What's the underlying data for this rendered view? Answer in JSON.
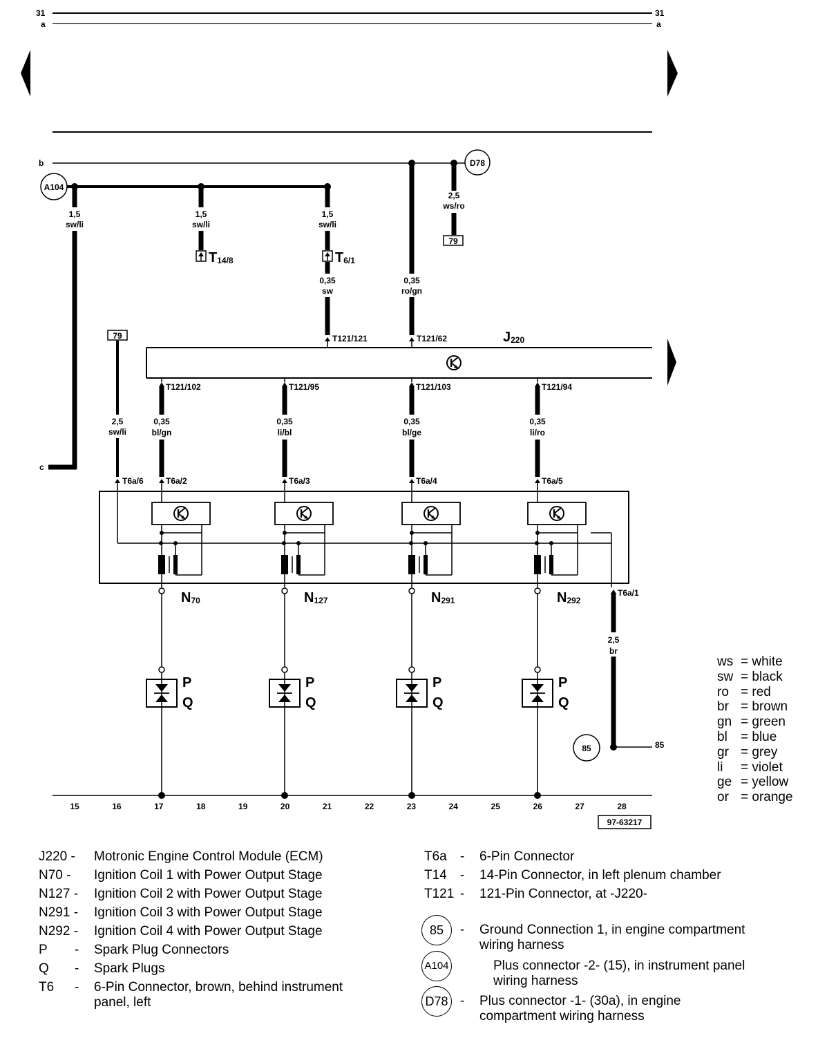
{
  "rails": {
    "left_top": "31",
    "left_bottom": "a",
    "right_top": "31",
    "right_bottom": "a",
    "b": "b",
    "c": "c"
  },
  "diagram_id": "97-63217",
  "ecm_label": "J",
  "ecm_sub": "220",
  "ground_terminal": "85",
  "circle_labels": {
    "a104": "A104",
    "d78": "D78",
    "g85": "85"
  },
  "boxes": {
    "b79_top": "79",
    "b79_left": "79"
  },
  "connectors": {
    "t14": {
      "main": "T",
      "sub": "14/8"
    },
    "t6": {
      "main": "T",
      "sub": "6/1"
    },
    "t121_121": "T121/121",
    "t121_62": "T121/62",
    "t121_102": "T121/102",
    "t121_95": "T121/95",
    "t121_103": "T121/103",
    "t121_94": "T121/94",
    "t6a_6": "T6a/6",
    "t6a_2": "T6a/2",
    "t6a_3": "T6a/3",
    "t6a_4": "T6a/4",
    "t6a_5": "T6a/5",
    "t6a_1": "T6a/1"
  },
  "wires": {
    "w_a104": {
      "gauge": "1,5",
      "color": "sw/li"
    },
    "w_t14": {
      "gauge": "1,5",
      "color": "sw/li"
    },
    "w_t6": {
      "gauge": "1,5",
      "color": "sw/li"
    },
    "w_d78": {
      "gauge": "2,5",
      "color": "ws/ro"
    },
    "w_t121": {
      "gauge": "0,35",
      "color": "sw"
    },
    "w_t62": {
      "gauge": "0,35",
      "color": "ro/gn"
    },
    "w_79": {
      "gauge": "2,5",
      "color": "sw/li"
    },
    "w_n70": {
      "gauge": "0,35",
      "color": "bl/gn"
    },
    "w_n127": {
      "gauge": "0,35",
      "color": "li/bl"
    },
    "w_n291": {
      "gauge": "0,35",
      "color": "bl/ge"
    },
    "w_n292": {
      "gauge": "0,35",
      "color": "li/ro"
    },
    "w_br": {
      "gauge": "2,5",
      "color": "br"
    }
  },
  "coils": [
    {
      "main": "N",
      "sub": "70"
    },
    {
      "main": "N",
      "sub": "127"
    },
    {
      "main": "N",
      "sub": "291"
    },
    {
      "main": "N",
      "sub": "292"
    }
  ],
  "plug_p": "P",
  "plug_q": "Q",
  "track_numbers": [
    "15",
    "16",
    "17",
    "18",
    "19",
    "20",
    "21",
    "22",
    "23",
    "24",
    "25",
    "26",
    "27",
    "28"
  ],
  "color_codes": [
    {
      "code": "ws",
      "name": "= white"
    },
    {
      "code": "sw",
      "name": "= black"
    },
    {
      "code": "ro",
      "name": "= red"
    },
    {
      "code": "br",
      "name": "= brown"
    },
    {
      "code": "gn",
      "name": "= green"
    },
    {
      "code": "bl",
      "name": "= blue"
    },
    {
      "code": "gr",
      "name": "= grey"
    },
    {
      "code": "li",
      "name": "= violet"
    },
    {
      "code": "ge",
      "name": "= yellow"
    },
    {
      "code": "or",
      "name": "= orange"
    }
  ],
  "legend_left": [
    {
      "code": "J220 -",
      "desc": "Motronic Engine Control Module (ECM)"
    },
    {
      "code": "N70 -",
      "desc": "Ignition Coil 1 with Power Output Stage"
    },
    {
      "code": "N127 -",
      "desc": "Ignition Coil 2 with Power Output Stage"
    },
    {
      "code": "N291 -",
      "desc": "Ignition Coil 3 with Power Output Stage"
    },
    {
      "code": "N292 -",
      "desc": "Ignition Coil 4 with Power Output Stage"
    },
    {
      "code": "P",
      "dash": "-",
      "desc": "Spark Plug Connectors"
    },
    {
      "code": "Q",
      "dash": "-",
      "desc": "Spark Plugs"
    },
    {
      "code": "T6",
      "dash": "-",
      "desc": "6-Pin Connector, brown, behind instrument",
      "desc2": "panel, left"
    }
  ],
  "legend_right": [
    {
      "code": "T6a",
      "dash": "-",
      "desc": "6-Pin Connector"
    },
    {
      "code": "T14",
      "dash": "-",
      "desc": "14-Pin Connector, in left plenum chamber"
    },
    {
      "code": "T121",
      "dash": "-",
      "desc": "121-Pin Connector, at -J220-"
    }
  ],
  "legend_circles": [
    {
      "code": "85",
      "dash": "-",
      "desc": "Ground Connection 1, in engine compartment",
      "desc2": "wiring harness"
    },
    {
      "code": "A104",
      "dash": "",
      "desc": "Plus connector -2- (15), in instrument panel",
      "desc2": "wiring harness"
    },
    {
      "code": "D78",
      "dash": "-",
      "desc": "Plus connector -1- (30a), in engine",
      "desc2": "compartment wiring harness"
    }
  ]
}
